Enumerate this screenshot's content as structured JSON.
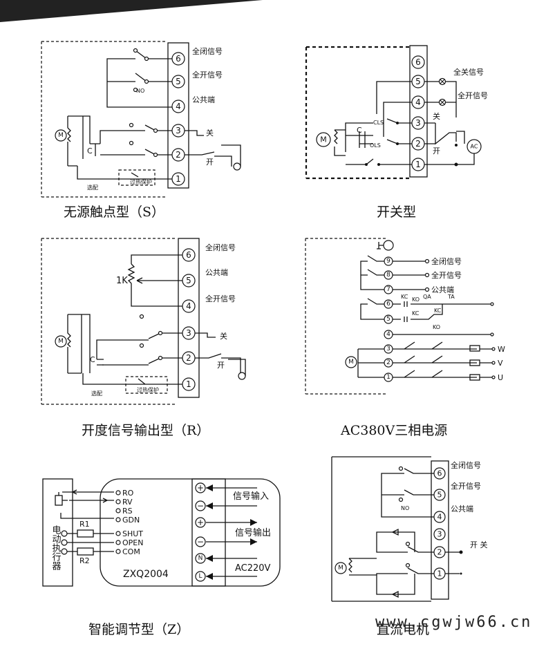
{
  "captions": {
    "s_type": "无源触点型（S）",
    "switch_type": "开关型",
    "r_type": "开度信号输出型（R）",
    "ac380": "AC380V三相电源",
    "z_type": "智能调节型（Z）",
    "dc_motor": "直流电机"
  },
  "watermark": "www.cgwjw66.cn",
  "diagram_s": {
    "terminals": [
      "6",
      "5",
      "4",
      "3",
      "2",
      "1"
    ],
    "labels": [
      "全闭信号",
      "全开信号",
      "公共端",
      "关",
      "开"
    ],
    "motor": "M",
    "cap": "C",
    "option": "选配",
    "overheat": "过热保护",
    "no": "NO"
  },
  "diagram_switch": {
    "terminals": [
      "6",
      "5",
      "4",
      "3",
      "2",
      "1"
    ],
    "labels": [
      "全关信号",
      "全开信号",
      "关",
      "开"
    ],
    "cls": "CLS",
    "ols": "OLS",
    "cap": "C",
    "motor": "M",
    "ac": "AC"
  },
  "diagram_r": {
    "terminals": [
      "6",
      "5",
      "4",
      "3",
      "2",
      "1"
    ],
    "labels": [
      "全闭信号",
      "公共端",
      "全开信号",
      "关",
      "开"
    ],
    "pot": "1K",
    "cap": "C",
    "motor": "M",
    "option": "选配",
    "overheat": "过热保护"
  },
  "diagram_ac380": {
    "terminals": [
      "9",
      "8",
      "7",
      "6",
      "5",
      "4",
      "3",
      "2",
      "1"
    ],
    "labels": [
      "全闭信号",
      "全开信号",
      "公共端"
    ],
    "kc": "KC",
    "ko": "KO",
    "qa": "QA",
    "ta": "TA",
    "phases": [
      "W",
      "V",
      "U"
    ],
    "motor": "M"
  },
  "diagram_z": {
    "actuator": "电动执行器",
    "r1": "R1",
    "r2": "R2",
    "pins": [
      "RO",
      "RV",
      "RS",
      "GDN",
      "SHUT",
      "OPEN",
      "COM"
    ],
    "model": "ZXQ2004",
    "terms": [
      "⊕",
      "⊖",
      "⊕",
      "⊖",
      "Ⓝ",
      "Ⓛ"
    ],
    "labels": [
      "信号输入",
      "信号输出",
      "AC220V"
    ]
  },
  "diagram_dc": {
    "terminals": [
      "6",
      "5",
      "4",
      "3",
      "2",
      "1"
    ],
    "labels": [
      "全闭信号",
      "全开信号",
      "公共端",
      "开  关"
    ],
    "no": "NO",
    "motor": "M"
  }
}
